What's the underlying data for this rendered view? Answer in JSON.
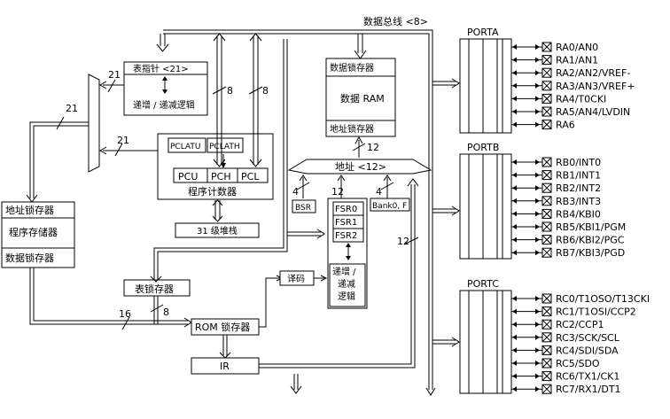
{
  "data_bus_label": "数据总线 <8>",
  "ports": [
    {
      "name": "PORTA",
      "pins": [
        "RA0/AN0",
        "RA1/AN1",
        "RA2/AN2/VREF-",
        "RA3/AN3/VREF+",
        "RA4/T0CKI",
        "RA5/AN4/LVDIN",
        "RA6"
      ]
    },
    {
      "name": "PORTB",
      "pins": [
        "RB0/INT0",
        "RB1/INT1",
        "RB2/INT2",
        "RB3/INT3",
        "RB4/KBI0",
        "RB5/KBI1/PGM",
        "RB6/KBI2/PGC",
        "RB7/KBI3/PGD"
      ]
    },
    {
      "name": "PORTC",
      "pins": [
        "RC0/T1OSO/T13CKI",
        "RC1/T1OSI/CCP2",
        "RC2/CCP1",
        "RC3/SCK/SCL",
        "RC4/SDI/SDA",
        "RC5/SDO",
        "RC6/TX1/CK1",
        "RC7/RX1/DT1"
      ]
    }
  ],
  "table_pointer": {
    "label": "表指针 <21>",
    "logic": "递增 / 递减逻辑"
  },
  "pc": {
    "pclatu": "PCLATU",
    "pclath": "PCLATH",
    "pcu": "PCU",
    "pch": "PCH",
    "pcl": "PCL",
    "label": "程序计数器"
  },
  "stack": "31 级堆栈",
  "memory": {
    "addr_latch": "地址锁存器",
    "program_memory": "程序存储器",
    "data_latch": "数据锁存器"
  },
  "table_latch": "表锁存器",
  "rom_latch": "ROM 锁存器",
  "ir": "IR",
  "decode": "译码",
  "ram": {
    "data_latch": "数据锁存器",
    "ram": "数据 RAM",
    "addr_latch": "地址锁存器"
  },
  "address_mux": "地址 <12>",
  "bsr": "BSR",
  "fsr": [
    "FSR0",
    "FSR1",
    "FSR2"
  ],
  "fsr_logic": "递增 / 递减 逻辑",
  "bank": "Bank0, F",
  "bus_widths": {
    "w21a": "21",
    "w21b": "21",
    "w21c": "21",
    "w8a": "8",
    "w8b": "8",
    "w12a": "12",
    "w12b": "12",
    "w12c": "12",
    "w4a": "4",
    "w4b": "4",
    "w16": "16",
    "w8c": "8"
  }
}
